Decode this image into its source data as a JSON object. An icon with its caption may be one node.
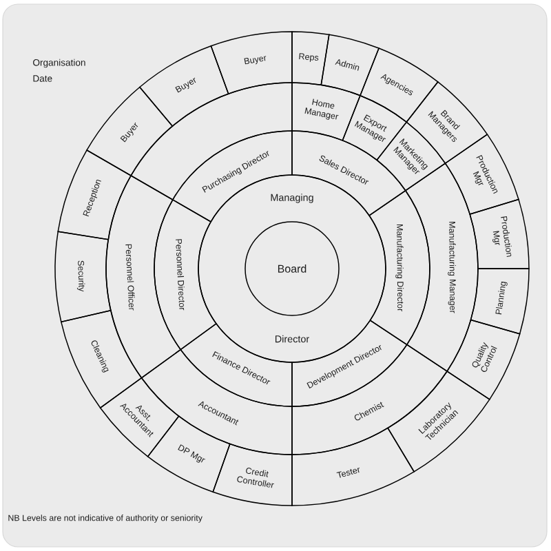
{
  "diagram": {
    "nodes": [
      {
        "text": [
          "Board"
        ],
        "in": 1
      },
      {
        "text": [
          "Managing",
          "Director"
        ]
      },
      {
        "text": [
          "Purchasing Director"
        ]
      },
      {
        "text": [
          "Sales Director"
        ]
      },
      {
        "text": [
          "Manufacturing Director"
        ]
      },
      {
        "text": [
          "Development Director"
        ]
      },
      {
        "text": [
          "Finance Director"
        ]
      },
      {
        "text": [
          "Personnel Director"
        ]
      },
      {
        "text": [],
        "shape": "sector"
      },
      {
        "text": [
          "Home Manager"
        ]
      },
      {
        "text": [
          "Export Manager"
        ]
      },
      {
        "text": [
          "Marketing Manager"
        ]
      },
      {
        "text": [
          "Manufacturing Manager"
        ]
      },
      {
        "text": [
          "Chemist"
        ]
      },
      {
        "text": [
          "Accountant"
        ]
      },
      {
        "text": [
          "Personnel Officer"
        ]
      },
      {
        "text": [
          "Buyer"
        ]
      },
      {
        "text": [
          "Buyer"
        ]
      },
      {
        "text": [
          "Buyer"
        ]
      },
      {
        "text": [
          "Reps"
        ]
      },
      {
        "text": [
          "Admin"
        ]
      },
      {
        "text": [
          "Agencies"
        ]
      },
      {
        "text": [
          "Brand Managers"
        ]
      },
      {
        "text": [
          "Production Mgr"
        ]
      },
      {
        "text": [
          "Production Mgr"
        ]
      },
      {
        "text": [
          "Planning"
        ]
      },
      {
        "text": [
          "Quality Control"
        ]
      },
      {
        "text": [
          "Laboratory Technician"
        ]
      },
      {
        "text": [
          "Tester"
        ]
      },
      {
        "text": [
          "Credit Controller"
        ]
      },
      {
        "text": [
          "DP Mgr"
        ]
      },
      {
        "text": [
          "Asst. Accountant"
        ]
      },
      {
        "text": [
          "Cleaning"
        ]
      },
      {
        "text": [
          "Security"
        ]
      },
      {
        "text": [
          "Reception"
        ]
      }
    ],
    "labels": [
      "Organisation",
      "Date",
      "NB Levels are not indicative of authority or seniority"
    ]
  }
}
